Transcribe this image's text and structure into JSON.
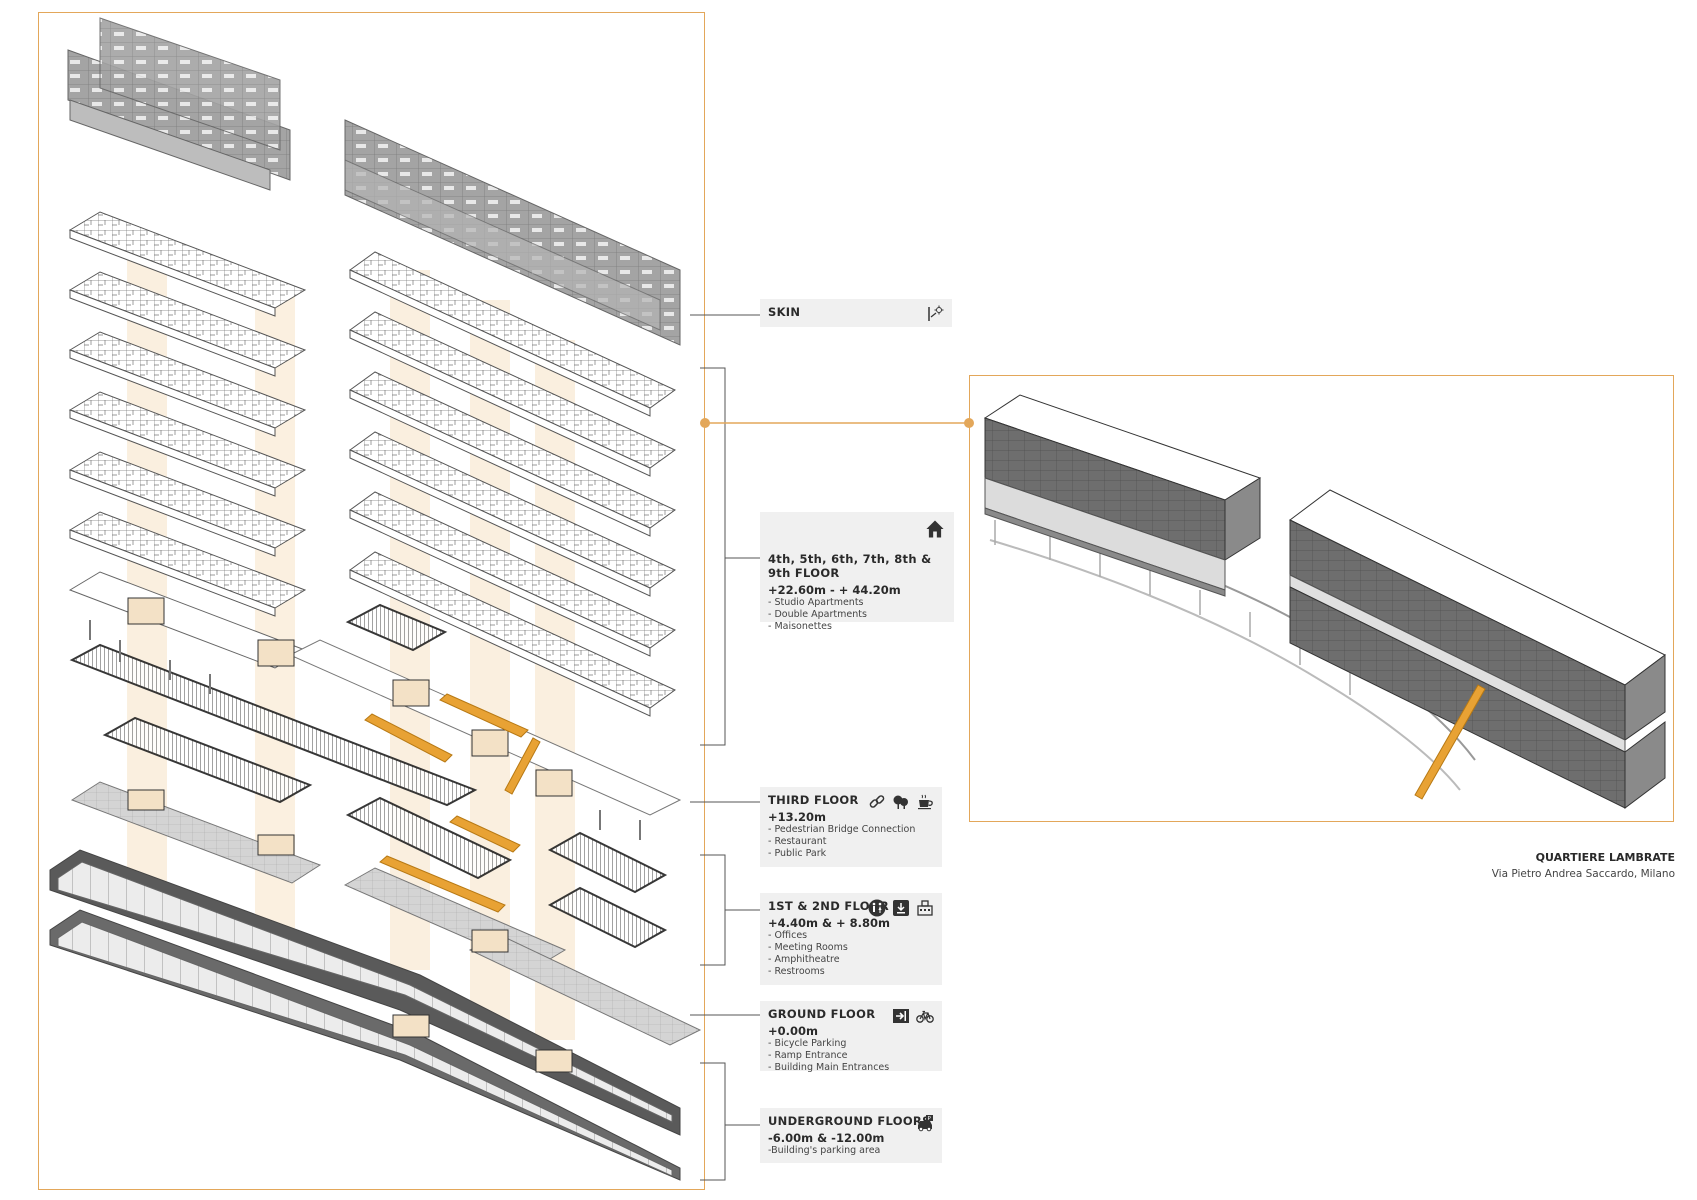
{
  "legend": {
    "skin": {
      "title": "SKIN",
      "icon": "sun-shading-icon"
    },
    "residential": {
      "title": "4th, 5th, 6th, 7th, 8th & 9th FLOOR",
      "level": "+22.60m - + 44.20m",
      "items": [
        "- Studio Apartments",
        "- Double Apartments",
        "- Maisonettes"
      ],
      "icon": "house-icon"
    },
    "third": {
      "title": "THIRD FLOOR",
      "level": "+13.20m",
      "items": [
        "- Pedestrian Bridge Connection",
        "- Restaurant",
        "- Public Park"
      ],
      "icons": [
        "link-icon",
        "tree-icon",
        "coffee-cup-icon"
      ]
    },
    "first_second": {
      "title": "1ST & 2ND FLOOR",
      "level": "+4.40m & + 8.80m",
      "items": [
        "- Offices",
        "- Meeting Rooms",
        "- Amphitheatre",
        "- Restrooms"
      ],
      "icons": [
        "restroom-icon",
        "download-icon",
        "office-icon"
      ]
    },
    "ground": {
      "title": "GROUND FLOOR",
      "level": "+0.00m",
      "items": [
        "- Bicycle Parking",
        "- Ramp Entrance",
        "- Building Main Entrances"
      ],
      "icons": [
        "entrance-icon",
        "bicycle-icon"
      ]
    },
    "underground": {
      "title": "UNDERGROUND FLOORS",
      "level": "-6.00m & -12.00m",
      "items": [
        "-Building's parking area"
      ],
      "icon": "car-parking-icon"
    }
  },
  "caption": {
    "title": "QUARTIERE LAMBRATE",
    "address": "Via Pietro Andrea Saccardo, Milano"
  },
  "colors": {
    "frame": "#e3a75a",
    "accent_orange": "#e8a234",
    "core_fill": "#f7e3c6",
    "skin_grey": "#9a9a9a",
    "legend_bg": "#f0f0f0"
  }
}
